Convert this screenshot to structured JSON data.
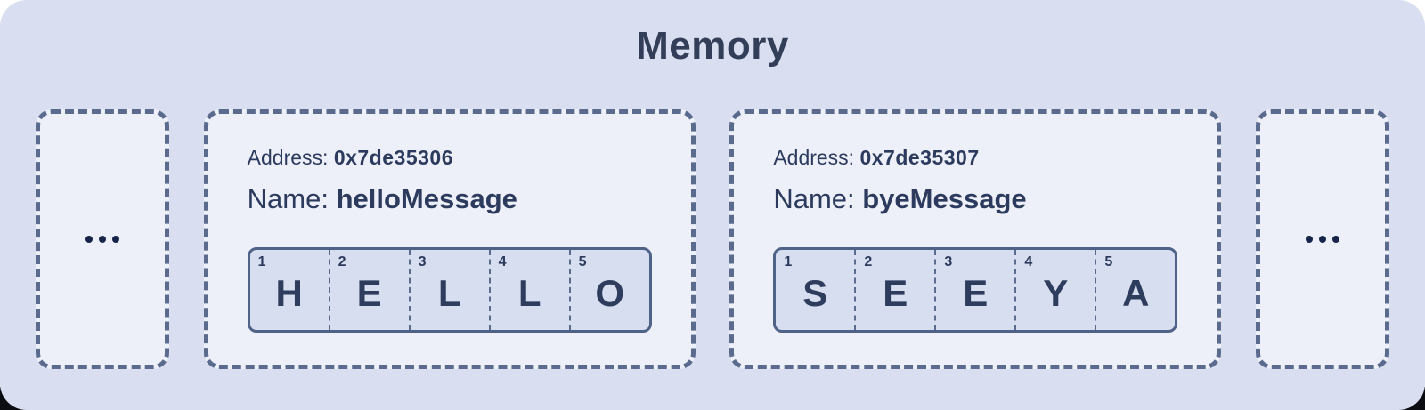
{
  "title": "Memory",
  "colors": {
    "card_background": "#d9dff0",
    "box_background": "#edf0f9",
    "dashed_border": "#5b6b8e",
    "array_background": "#d7def0",
    "array_border": "#4f6287",
    "text": "#2c3b5d"
  },
  "icons": {
    "left_placeholder": "ellipsis-icon",
    "right_placeholder": "ellipsis-icon"
  },
  "blocks": [
    {
      "address_label": "Address:",
      "address_value": "0x7de35306",
      "name_label": "Name:",
      "name_value": "helloMessage",
      "cells": [
        {
          "index": "1",
          "char": "H"
        },
        {
          "index": "2",
          "char": "E"
        },
        {
          "index": "3",
          "char": "L"
        },
        {
          "index": "4",
          "char": "L"
        },
        {
          "index": "5",
          "char": "O"
        }
      ]
    },
    {
      "address_label": "Address:",
      "address_value": "0x7de35307",
      "name_label": "Name:",
      "name_value": "byeMessage",
      "cells": [
        {
          "index": "1",
          "char": "S"
        },
        {
          "index": "2",
          "char": "E"
        },
        {
          "index": "3",
          "char": "E"
        },
        {
          "index": "4",
          "char": "Y"
        },
        {
          "index": "5",
          "char": "A"
        }
      ]
    }
  ]
}
